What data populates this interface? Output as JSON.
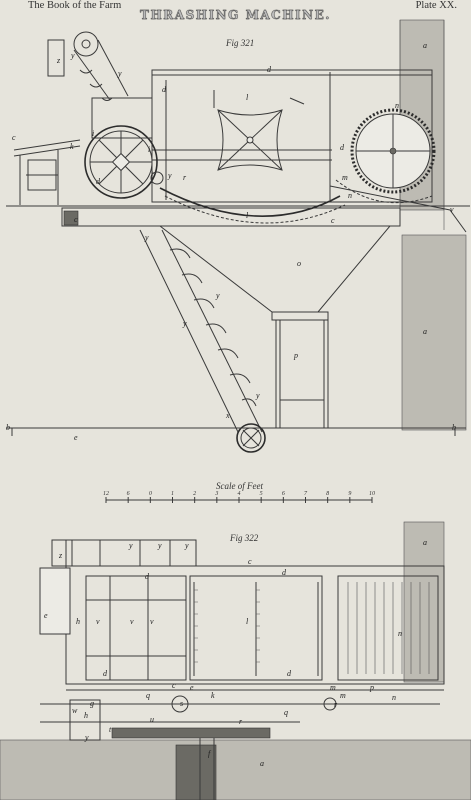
{
  "header": {
    "book": "The Book of the Farm",
    "title": "THRASHING MACHINE.",
    "plate": "Plate XX."
  },
  "figures": [
    {
      "caption": "Fig 321"
    },
    {
      "caption": "Fig 322"
    }
  ],
  "scale": {
    "label": "Scale of Feet",
    "ticks": [
      "12",
      "6",
      "0",
      "1",
      "2",
      "3",
      "4",
      "5",
      "6",
      "7",
      "8",
      "9",
      "10"
    ]
  },
  "labels": {
    "fig321": [
      "z",
      "y",
      "y",
      "d",
      "a",
      "d",
      "l",
      "n",
      "c",
      "k",
      "i",
      "i",
      "t",
      "d",
      "d",
      "m",
      "n",
      "y",
      "r",
      "l",
      "c",
      "c",
      "y",
      "o",
      "y",
      "a",
      "p",
      "y",
      "y",
      "x",
      "b",
      "e",
      "b",
      "v"
    ],
    "fig322": [
      "z",
      "y",
      "y",
      "y",
      "c",
      "d",
      "d",
      "a",
      "e",
      "h",
      "v",
      "v",
      "v",
      "l",
      "n",
      "d",
      "d",
      "g",
      "k",
      "q",
      "s",
      "q",
      "m",
      "r",
      "n",
      "w",
      "h",
      "u",
      "r",
      "y",
      "t",
      "f",
      "a",
      "e",
      "c",
      "m",
      "p"
    ]
  }
}
